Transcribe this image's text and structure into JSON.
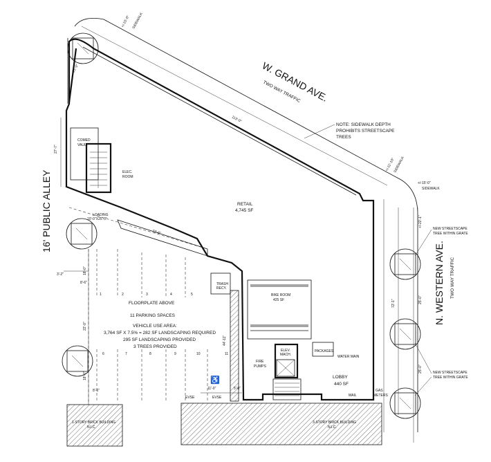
{
  "streets": {
    "grand_name": "W. GRAND AVE.",
    "grand_traffic": "TWO WAY TRAFFIC",
    "western_name": "N. WESTERN AVE.",
    "western_traffic": "TWO WAY TRAFFIC",
    "alley_name": "16' PUBLIC ALLEY"
  },
  "notes": {
    "sidewalk_note": [
      "NOTE: SIDEWALK DEPTH",
      "PROHIBITS STREETSCAPE",
      "TREES"
    ],
    "new_tree_top": [
      "NEW STREETSCAPE",
      "TREE WITHIN GRATE"
    ],
    "new_tree_bottom": [
      "NEW STREETSCAPE",
      "TREE WITHIN GRATE"
    ]
  },
  "sidewalks": {
    "grand_sidewalk_dim": "+/-15'-0\"",
    "grand_sidewalk_label": "SIDEWALK",
    "grand_sidewalk2_dim": "+/-11'-10\"",
    "grand_sidewalk2_label": "SIDEWALK",
    "western_sidewalk_dim": "+/-15'-0\"",
    "western_sidewalk_label": "SIDEWALK"
  },
  "rooms": {
    "retail_name": "RETAIL",
    "retail_area": "4,745 SF",
    "comed_vault": [
      "COMED",
      "VAULT"
    ],
    "elec_room": [
      "ELEC.",
      "ROOM"
    ],
    "loading": [
      "LOADING",
      "10'-0\"X25'-0\""
    ],
    "trash": [
      "TRASH",
      "RECY."
    ],
    "bike_room_name": "BIKE ROOM",
    "bike_room_area": "425 SF",
    "fire_pumps": [
      "FIRE",
      "PUMPS"
    ],
    "elev_mach": [
      "ELEV.",
      "MACH."
    ],
    "packages": "PACKAGES",
    "water_main": "WATER MAIN",
    "lobby_name": "LOBBY",
    "lobby_area": "440 SF",
    "mail": "MAIL",
    "gas_meters": [
      "GAS",
      "METERS"
    ],
    "evse1": "EVSE",
    "evse2": "EVSE"
  },
  "parking": {
    "floorplate": "FLOORPLATE ABOVE",
    "spaces": "11 PARKING SPACES",
    "vehicle_use": "VEHICLE USE AREA:",
    "landscaping_required": "3,764 SF X 7.5% = 282 SF LANDSCAPING REQUIRED",
    "landscaping_provided": "295 SF LANDSCAPING PROVIDED",
    "trees_provided": "3 TREES PROVIDED",
    "stall_numbers_top": [
      "1",
      "2",
      "3",
      "4",
      "5"
    ],
    "stall_numbers_bottom": [
      "6",
      "7",
      "8",
      "9",
      "10",
      "11"
    ]
  },
  "neighbors": {
    "left": [
      "1-STORY BRICK BUILDING",
      "N.I.C."
    ],
    "right": [
      "3-STORY BRICK BUILDING",
      "N.I.C."
    ]
  },
  "dimensions": {
    "grand_length": "113'-0\"",
    "corner_top_left": "21'-0\"",
    "alley_side": "27'-7\"",
    "loading_diag": "72'-6\"",
    "west_3_2": "3'-2\"",
    "west_18_a": "18'-0\"",
    "west_8_6_a": "8'-6\"",
    "west_22": "22'-0\"",
    "west_18_b": "18'-0\"",
    "west_8_6_b": "8'-6\"",
    "bottom_11": "11'-0\"",
    "bottom_5": "5'-0\"",
    "inner_44": "44'-11\"",
    "east_22_1": "+/-22'-1\"",
    "east_72_1": "72'-1\"",
    "east_25_a": "25'-0\"",
    "east_25_b": "25'-0\""
  },
  "symbols": {
    "accessible": "♿"
  }
}
